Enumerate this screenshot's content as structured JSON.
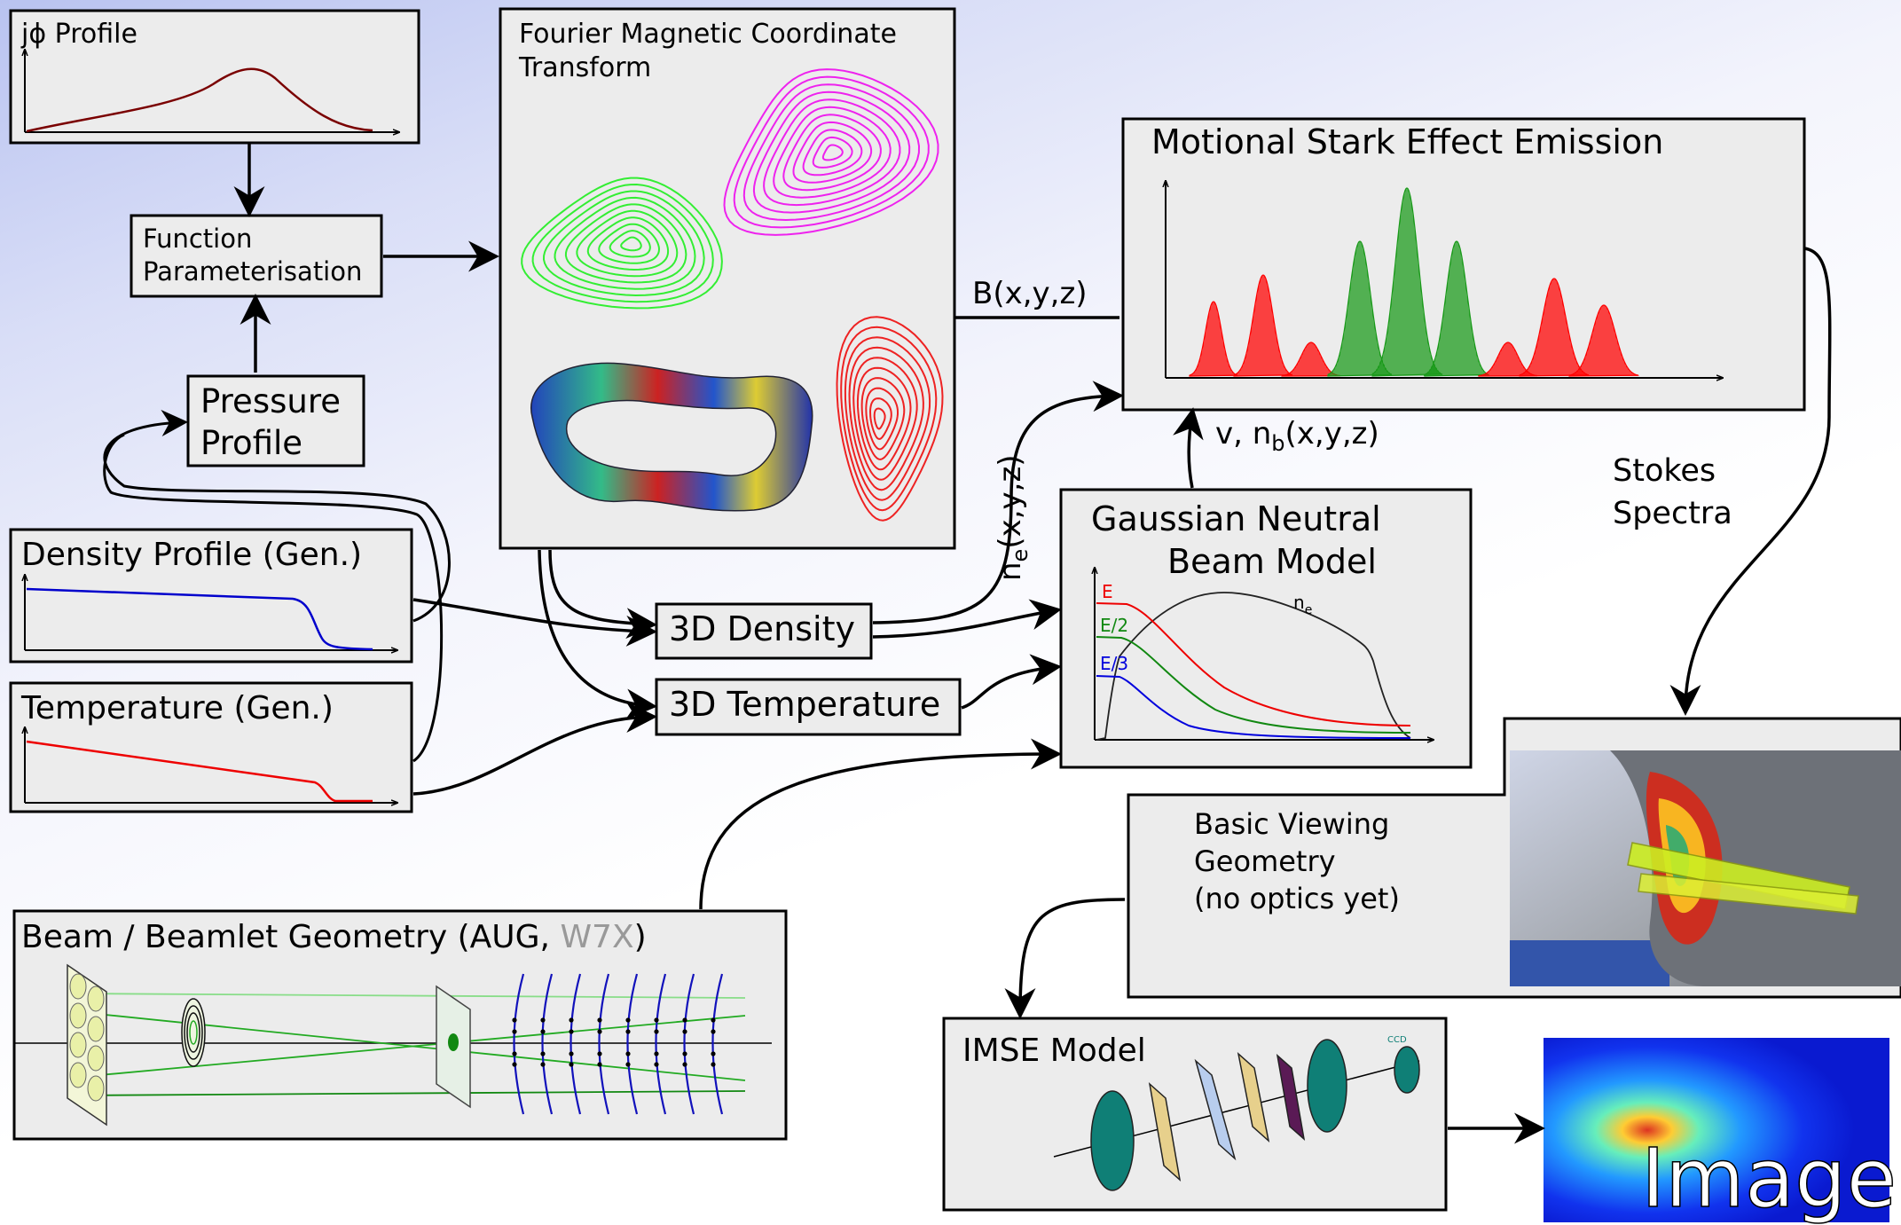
{
  "boxes": {
    "jphi": "jϕ Profile",
    "func_param_1": "Function",
    "func_param_2": "Parameterisation",
    "pressure_1": "Pressure",
    "pressure_2": "Profile",
    "density": "Density Profile (Gen.)",
    "temperature": "Temperature (Gen.)",
    "fourier_1": "Fourier Magnetic Coordinate",
    "fourier_2": "Transform",
    "mse": "Motional Stark Effect Emission",
    "density3d": "3D Density",
    "temp3d": "3D Temperature",
    "gauss_1": "Gaussian Neutral",
    "gauss_2": "Beam Model",
    "beam_prefix": "Beam / Beamlet Geometry (AUG, ",
    "beam_w7x": "W7X",
    "beam_suffix": ")",
    "viewing_1": "Basic Viewing",
    "viewing_2": "Geometry",
    "viewing_3": "(no optics yet)",
    "imse": "IMSE Model",
    "image": "Image"
  },
  "labels": {
    "bfield": "B(x,y,z)",
    "beam_v": "v, n",
    "beam_sub": "b",
    "beam_tail": "(x,y,z)",
    "ne_main": "n",
    "ne_sub": "e",
    "ne_tail": "(x,y,z)",
    "stokes_1": "Stokes",
    "stokes_2": "Spectra",
    "gauss_E": "E",
    "gauss_E2": "E/2",
    "gauss_E3": "E/3",
    "gauss_ne": "n",
    "gauss_ne_sub": "e",
    "ccd": "CCD"
  },
  "colors": {
    "contour_green": "#33ee33",
    "contour_magenta": "#ee22ee",
    "contour_red": "#ee2222",
    "mse_red": "#ff0000",
    "mse_green": "#1a9a1a",
    "w7x_gray": "#999999"
  }
}
